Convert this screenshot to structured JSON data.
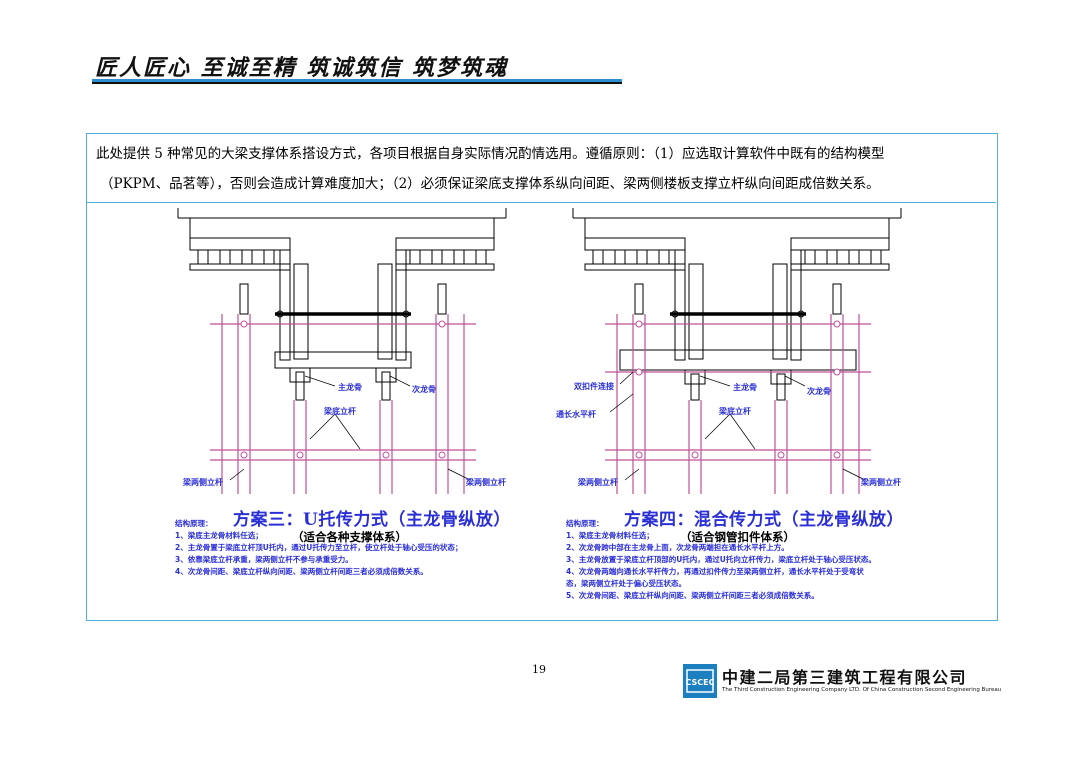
{
  "header": {
    "slogan": "匠人匠心 至诚至精 筑诚筑信 筑梦筑魂"
  },
  "intro": {
    "line1": "此处提供 5 种常见的大梁支撑体系搭设方式，各项目根据自身实际情况酌情选用。遵循原则：（1）应选取计算软件中既有的结构模型",
    "line2": "（PKPM、品茗等），否则会造成计算难度加大；（2）必须保证梁底支撑体系纵向间距、梁两侧楼板支撑立杆纵向间距成倍数关系。"
  },
  "scheme3": {
    "labels": {
      "main": "主龙骨",
      "secondary": "次龙骨",
      "bottom_pole": "梁底立杆",
      "side_pole_left": "梁两侧立杆",
      "side_pole_right": "梁两侧立杆"
    },
    "title": "方案三：U托传力式（主龙骨纵放）",
    "subtitle": "（适合各种支撑体系）",
    "notes_title": "结构原理：",
    "notes": [
      "1、梁底主龙骨材料任选；",
      "2、主龙骨置于梁底立杆顶U托内，通过U托传力至立杆，使立杆处于轴心受压的状态；",
      "3、依靠梁底立杆承重，梁两侧立杆不参与承重受力。",
      "4、次龙骨间距、梁底立杆纵向间距、梁两侧立杆间距三者必须成倍数关系。"
    ]
  },
  "scheme4": {
    "labels": {
      "coupler": "双扣件连接",
      "horizontal": "通长水平杆",
      "main": "主龙骨",
      "secondary": "次龙骨",
      "bottom_pole": "梁底立杆",
      "side_pole_left": "梁两侧立杆",
      "side_pole_right": "梁两侧立杆"
    },
    "title": "方案四：混合传力式（主龙骨纵放）",
    "subtitle": "（适合钢管扣件体系）",
    "notes_title": "结构原理：",
    "notes": [
      "1、梁底主龙骨材料任选；",
      "2、次龙骨跨中部在主龙骨上面，次龙骨两端担在通长水平杆上方。",
      "3、主龙骨放置于梁底立杆顶部的U托内，通过U托向立杆传力，梁底立杆处于轴心受压状态。",
      "4、次龙骨两端向通长水平杆传力，再通过扣件传力至梁两侧立杆，通长水平杆处于受弯状",
      "   态，梁两侧立杆处于偏心受压状态。",
      "5、次龙骨间距、梁底立杆纵向间距、梁两侧立杆间距三者必须成倍数关系。"
    ]
  },
  "footer": {
    "page_number": "19",
    "company_cn": "中建二局第三建筑工程有限公司",
    "company_en": "The Third Construction Engineering Company LTD. Of China Construction Second Engineering Bureau",
    "logo_text": "CSCEC"
  }
}
